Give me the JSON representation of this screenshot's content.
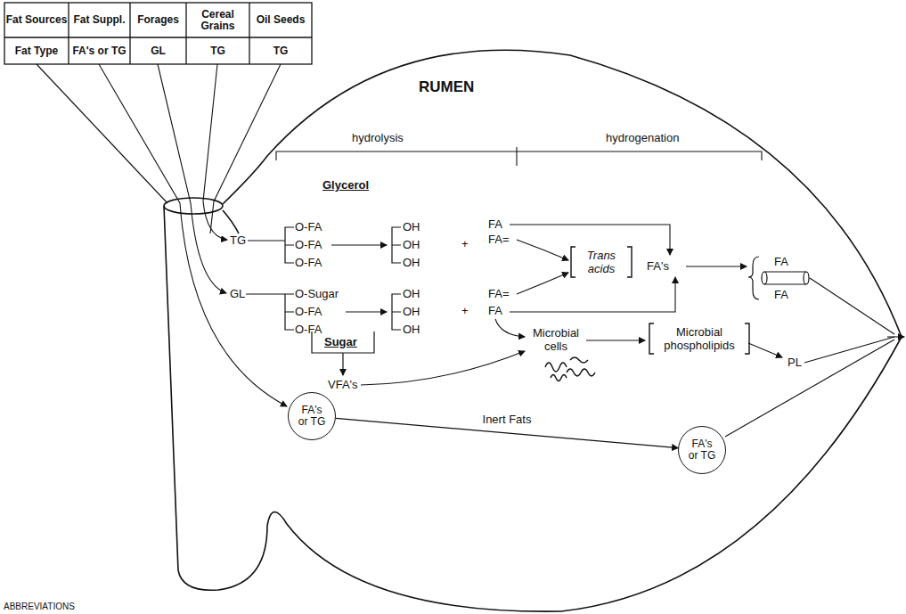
{
  "diagram": {
    "nodes": [
      {
        "text": [
          "FA's or TG"
        ]
      },
      {
        "text": [
          "Trans acids"
        ]
      },
      {
        "text": [
          "Microbial phospholipids"
        ]
      },
      {
        "text": [
          "FA's or TG"
        ]
      }
    ],
    "edges": [
      {
        "from": 0,
        "to": 3,
        "arrow": "to",
        "label": "Inert Fats"
      }
    ],
    "labels": [
      "Fat Sources",
      "Fat Suppl.",
      "Forages",
      "Cereal Grains",
      "Oil Seeds",
      "Fat Type",
      "FA's or TG",
      "GL",
      "TG",
      "TG",
      "RUMEN",
      "hydrolysis",
      "hydrogenation",
      "Glycerol",
      "TG",
      "O-FA",
      "O-FA",
      "O-FA",
      "OH",
      "OH",
      "OH",
      "+",
      "FA",
      "FA=",
      "GL",
      "O-Sugar",
      "O-FA",
      "O-FA",
      "OH",
      "OH",
      "OH",
      "+",
      "FA=",
      "FA",
      "Sugar",
      "VFA's",
      "FA's",
      "FA",
      "FA",
      "Microbial cells",
      "PL",
      "ABBREVIATIONS"
    ]
  }
}
